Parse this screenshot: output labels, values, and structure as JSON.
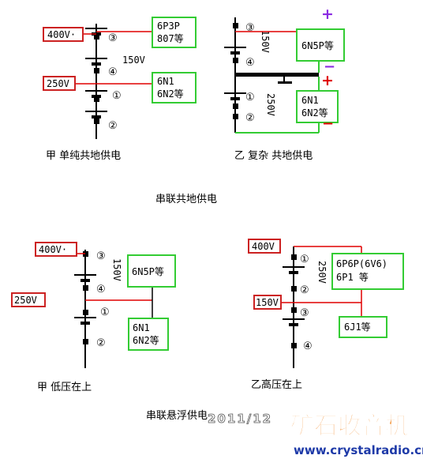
{
  "colors": {
    "wire": "#000000",
    "red": "#e00000",
    "green": "#33cc33",
    "darkred": "#cc2222",
    "purple": "#8a2be2",
    "watermark_orange": "#f08018",
    "watermark_blue": "#1e3aa8"
  },
  "top_left": {
    "v_high": "400V·",
    "v_low": "250V",
    "load_top": [
      "6P3P",
      "807等"
    ],
    "load_bottom": [
      "6N1",
      "6N2等"
    ],
    "drop": "150V",
    "nodes": [
      "③",
      "④",
      "①",
      "②"
    ],
    "caption": "甲  单纯共地供电"
  },
  "top_right": {
    "v1": "150V",
    "v2": "250V",
    "load_top": [
      "6N5P等"
    ],
    "load_bottom": [
      "6N1",
      "6N2等"
    ],
    "nodes": [
      "③",
      "④",
      "①",
      "②"
    ],
    "plus": "+",
    "minus": "−",
    "caption": "乙 复杂 共地供电"
  },
  "section1_title": "串联共地供电",
  "bottom_left": {
    "v_high": "400V·",
    "v_low": "250V",
    "drop": "150V",
    "load_top": [
      "6N5P等"
    ],
    "load_bottom": [
      "6N1",
      "6N2等"
    ],
    "nodes": [
      "③",
      "④",
      "①",
      "②"
    ],
    "caption": "甲    低压在上"
  },
  "bottom_right": {
    "v_high": "400V",
    "v_low": "150V",
    "drop": "250V",
    "load_top": [
      "6P6P(6V6)",
      "6P1 等"
    ],
    "load_bottom": [
      "6J1等"
    ],
    "nodes": [
      "①",
      "②",
      "③",
      "④"
    ],
    "caption": "乙高压在上"
  },
  "section2_title": "串联悬浮供电",
  "watermark": {
    "date": "2011/12",
    "brand": "矿石收音机",
    "url": "www.crystalradio.cn"
  }
}
